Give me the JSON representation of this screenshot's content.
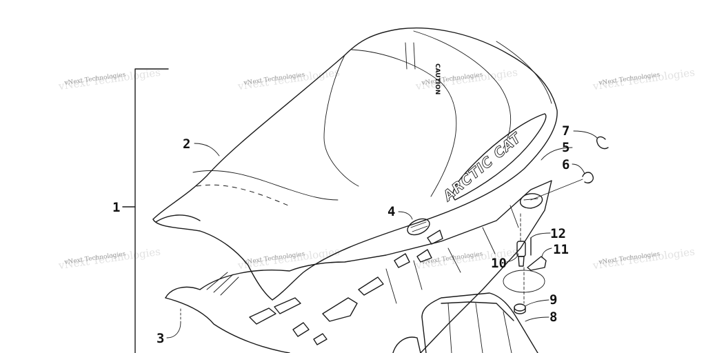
{
  "diagram": {
    "watermark": "vNext Technologies",
    "seal_text": "CAUTION",
    "decal_brand": "ARCTIC CAT",
    "callouts": [
      "1",
      "2",
      "3",
      "4",
      "5",
      "6",
      "7",
      "8",
      "9",
      "10",
      "11",
      "12"
    ]
  }
}
